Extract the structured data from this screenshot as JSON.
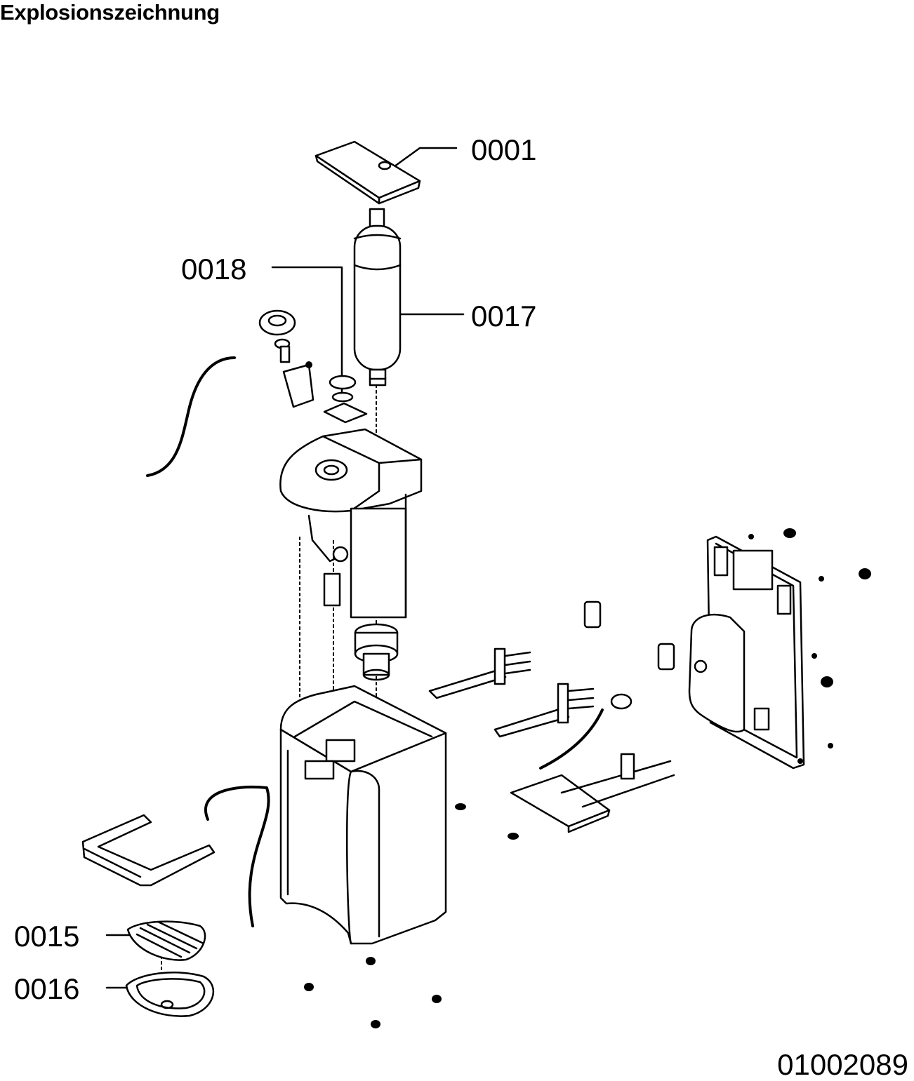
{
  "title": "Explosionszeichnung",
  "document_number": "01002089",
  "callouts": [
    {
      "id": "0001"
    },
    {
      "id": "0018"
    },
    {
      "id": "0017"
    },
    {
      "id": "0015"
    },
    {
      "id": "0016"
    }
  ]
}
